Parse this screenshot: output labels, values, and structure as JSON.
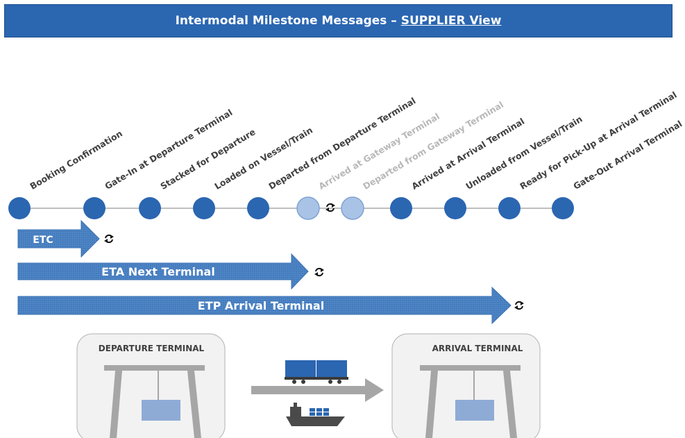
{
  "header": {
    "prefix": "Intermodal Milestone Messages – ",
    "view": "SUPPLIER View"
  },
  "milestones": [
    {
      "label": "Booking Confirmation",
      "state": "active"
    },
    {
      "label": "Gate-In at Departure Terminal",
      "state": "active"
    },
    {
      "label": "Stacked for Departure",
      "state": "active"
    },
    {
      "label": "Loaded on Vessel/Train",
      "state": "active"
    },
    {
      "label": "Departed from Departure Terminal",
      "state": "active"
    },
    {
      "label": "Arrived at Gateway Terminal",
      "state": "optional"
    },
    {
      "label": "Departed from Gateway Terminal",
      "state": "optional"
    },
    {
      "label": "Arrived at Arrival Terminal",
      "state": "active"
    },
    {
      "label": "Unloaded from Vessel/Train",
      "state": "active"
    },
    {
      "label": "Ready for Pick-Up at Arrival Terminal",
      "state": "active"
    },
    {
      "label": "Gate-Out Arrival Terminal",
      "state": "active"
    }
  ],
  "estimates": [
    {
      "label": "ETC"
    },
    {
      "label": "ETA Next Terminal"
    },
    {
      "label": "ETP Arrival Terminal"
    }
  ],
  "terminals": {
    "departure": "DEPARTURE TERMINAL",
    "arrival": "ARRIVAL TERMINAL"
  },
  "colors": {
    "active": "#2b66b1",
    "optional": "#a9c3e6",
    "line": "#bfbfbf",
    "arrow": "#4f86c6",
    "terminal_bg": "#f2f2f2",
    "crane": "#a6a6a6",
    "container": "#8eabd6"
  },
  "icons": [
    "refresh-icon",
    "train-icon",
    "ship-icon",
    "crane-icon"
  ]
}
